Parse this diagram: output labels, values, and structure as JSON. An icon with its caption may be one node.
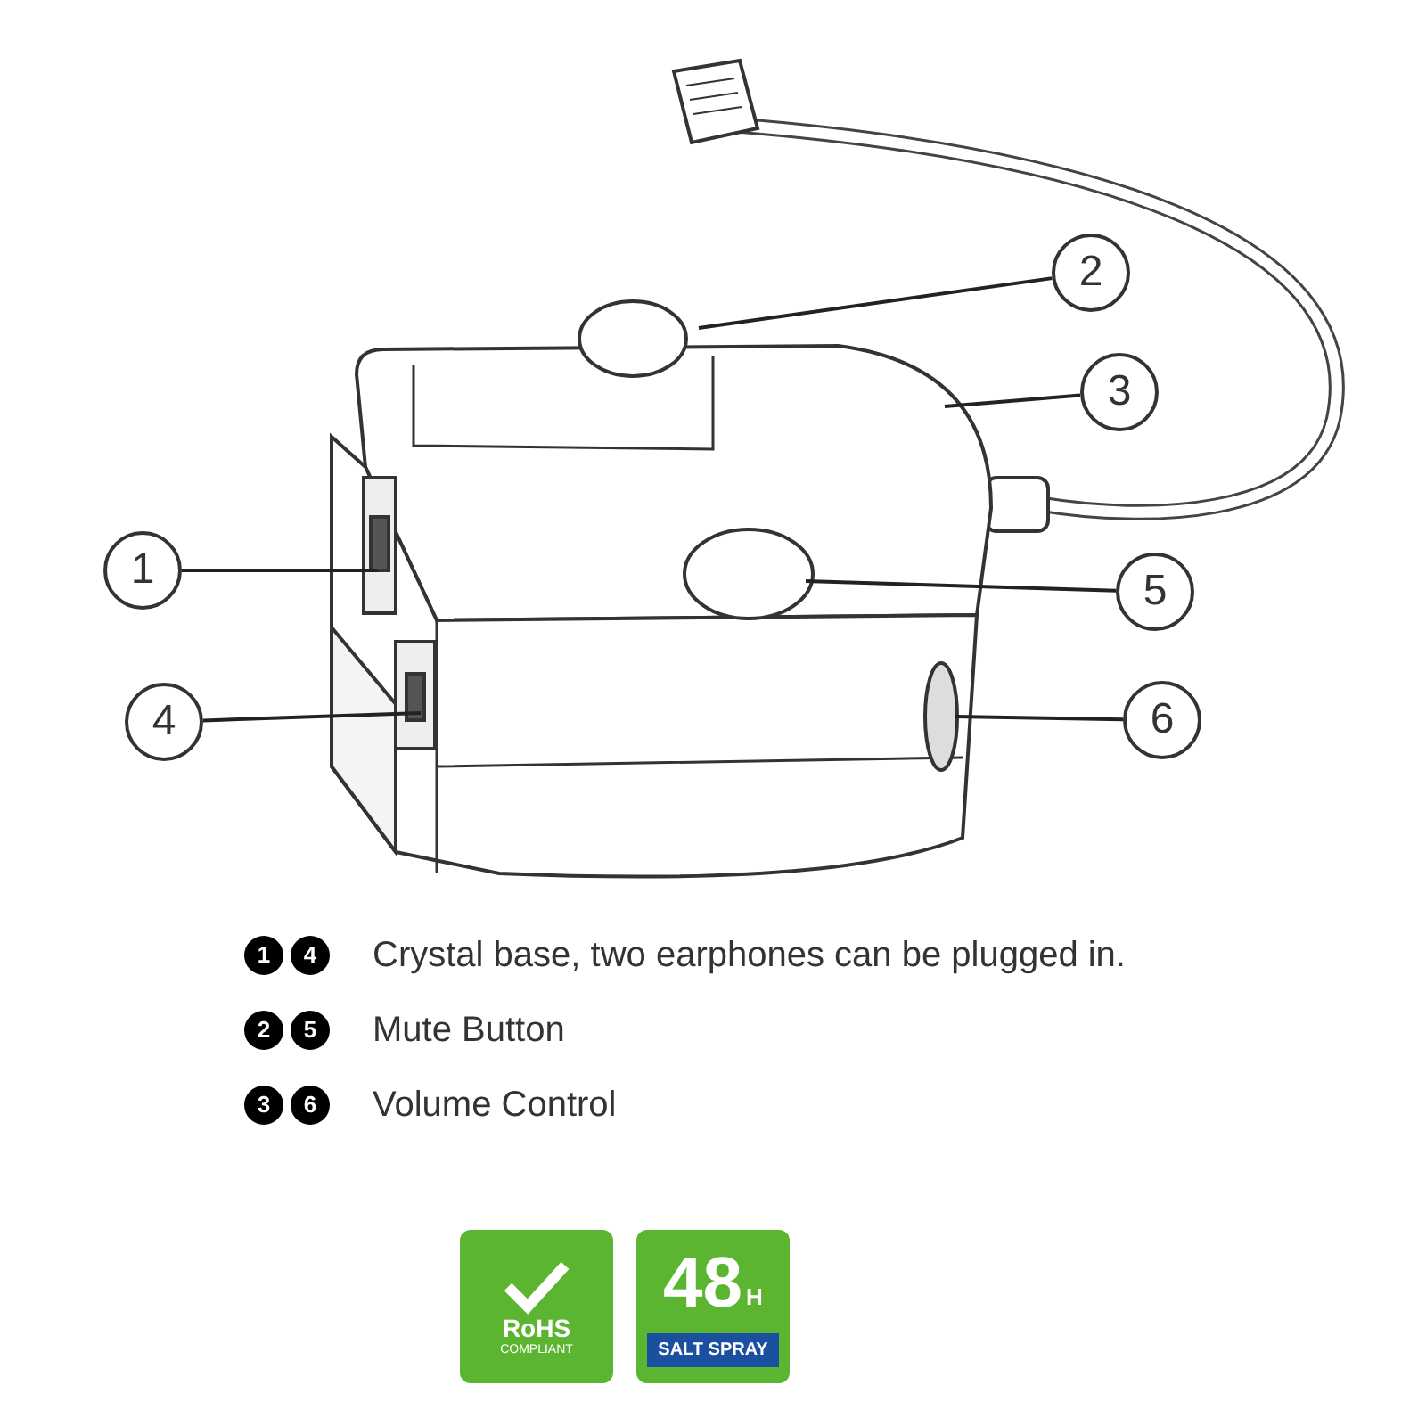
{
  "diagram": {
    "nodes": [
      {
        "text": [
          "1"
        ]
      },
      {
        "text": [
          "2"
        ]
      },
      {
        "text": [
          "3"
        ]
      },
      {
        "text": [
          "4"
        ]
      },
      {
        "text": [
          "5"
        ]
      },
      {
        "text": [
          "6"
        ]
      },
      {
        "text": [
          "RoHS",
          "COMPLIANT"
        ]
      },
      {
        "text": [
          "48",
          "H",
          "SALT SPRAY"
        ]
      }
    ],
    "edges": [
      {
        "from": 0,
        "to": null,
        "arrow": "none"
      },
      {
        "from": 1,
        "to": null,
        "arrow": "none"
      },
      {
        "from": 2,
        "to": null,
        "arrow": "none"
      },
      {
        "from": 3,
        "to": null,
        "arrow": "none"
      },
      {
        "from": 4,
        "to": null,
        "arrow": "none"
      },
      {
        "from": 5,
        "to": null,
        "arrow": "none"
      }
    ],
    "labels": [
      "1",
      "4",
      "Crystal base, two earphones can be plugged in.",
      "2",
      "5",
      "Mute Button",
      "3",
      "6",
      "Volume Control"
    ]
  }
}
